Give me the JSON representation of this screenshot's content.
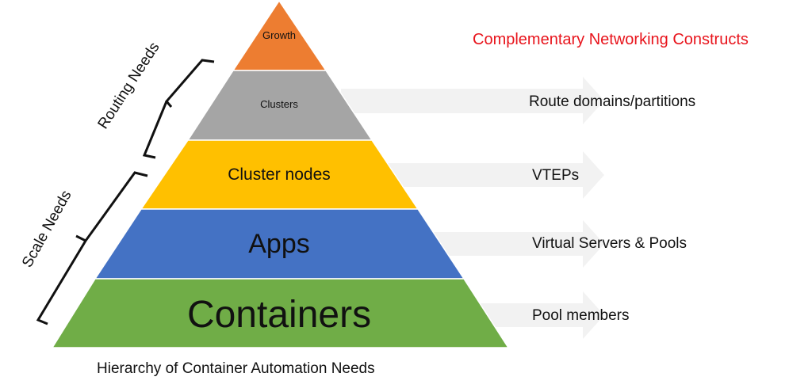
{
  "title": "Complementary Networking Constructs",
  "caption": "Hierarchy of Container Automation Needs",
  "colors": {
    "title": "#e8141c",
    "growth": "#ed7d31",
    "clusters": "#a5a5a5",
    "cluster_nodes": "#ffc000",
    "apps": "#4472c4",
    "containers": "#70ad47",
    "arrow": "#f2f2f2",
    "layer_border": "#ffffff",
    "text": "#111111"
  },
  "pyramid": {
    "layers": [
      {
        "label": "Growth"
      },
      {
        "label": "Clusters"
      },
      {
        "label": "Cluster nodes"
      },
      {
        "label": "Apps"
      },
      {
        "label": "Containers"
      }
    ]
  },
  "constructs": [
    {
      "label": "Route domains/partitions"
    },
    {
      "label": "VTEPs"
    },
    {
      "label": "Virtual Servers & Pools"
    },
    {
      "label": "Pool members"
    }
  ],
  "brackets": {
    "routing": "Routing Needs",
    "scale": "Scale Needs"
  }
}
